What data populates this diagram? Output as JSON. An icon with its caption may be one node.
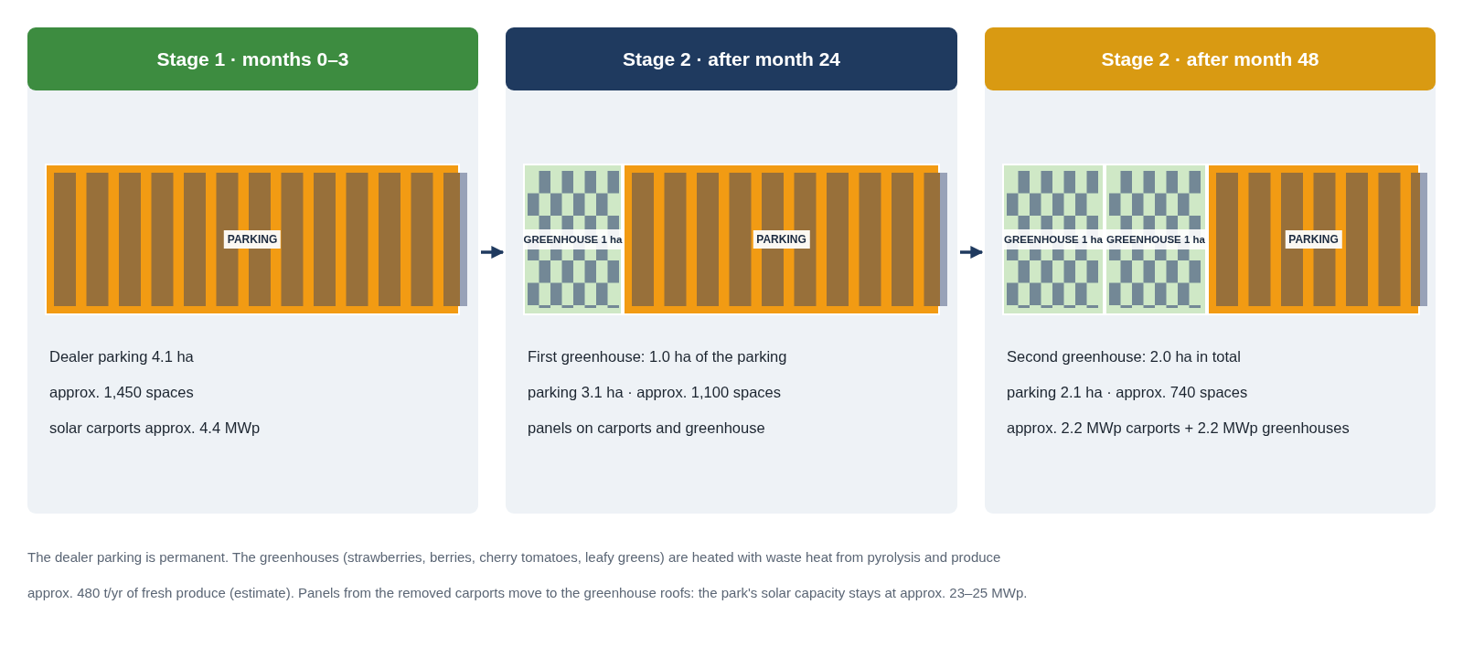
{
  "diagram": {
    "nodes": [
      {
        "text": [
          "Stage 1 · months 0–3",
          "Dealer parking 4.1 ha",
          "approx. 1,450 spaces",
          "solar carports approx. 4.4 MWp"
        ]
      },
      {
        "text": [
          "PARKING"
        ],
        "in": 0
      },
      {
        "text": [
          "Stage 2 · after month 24",
          "First greenhouse: 1.0 ha of the parking",
          "parking 3.1 ha · approx. 1,100 spaces",
          "panels on carports and greenhouse"
        ]
      },
      {
        "text": [
          "GREENHOUSE 1 ha"
        ],
        "in": 2
      },
      {
        "text": [
          "PARKING"
        ],
        "in": 2
      },
      {
        "text": [
          "Stage 2 · after month 48",
          "Second greenhouse: 2.0 ha in total",
          "parking 2.1 ha · approx. 740 spaces",
          "approx. 2.2 MWp carports + 2.2 MWp greenhouses"
        ]
      },
      {
        "text": [
          "GREENHOUSE 1 ha"
        ],
        "in": 5
      },
      {
        "text": [
          "GREENHOUSE 1 ha"
        ],
        "in": 5
      },
      {
        "text": [
          "PARKING"
        ],
        "in": 5
      }
    ],
    "edges": [
      {
        "from": 0,
        "to": 2,
        "arrow": "to"
      },
      {
        "from": 2,
        "to": 5,
        "arrow": "to"
      }
    ],
    "labels": [
      "The dealer parking is permanent. The greenhouses (strawberries, berries, cherry tomatoes, leafy greens) are heated with waste heat from pyrolysis and produce approx. 480 t/yr of fresh produce (estimate). Panels from the removed carports move to the greenhouse roofs: the park's solar capacity stays at approx. 23–25 MWp."
    ]
  }
}
